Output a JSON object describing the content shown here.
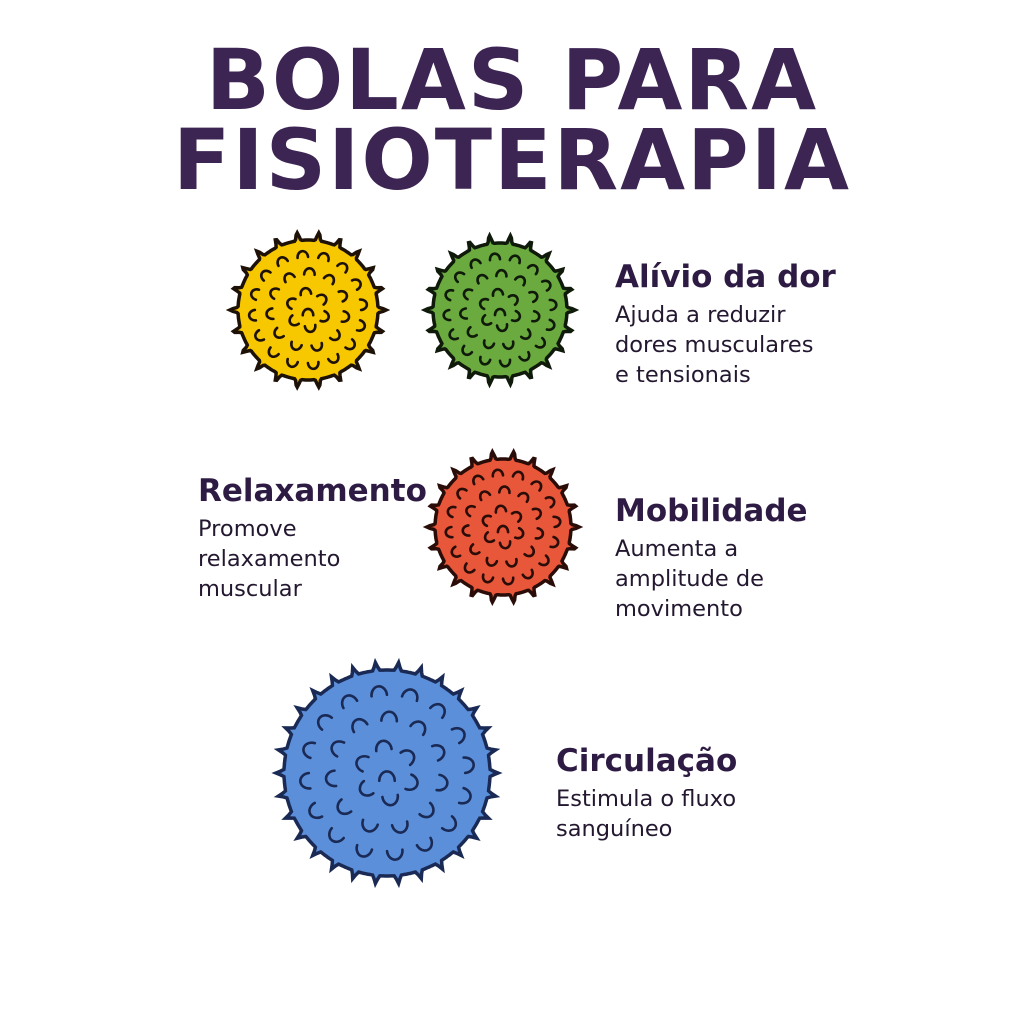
{
  "title": {
    "line1": "BOLAS PARA",
    "line2": "FISIOTERAPIA"
  },
  "sections": {
    "alivio": {
      "heading": "Alívio da dor",
      "lines": [
        "Ajuda a reduzir",
        "dores musculares",
        "e tensionais"
      ]
    },
    "relaxamento": {
      "heading": "Relaxamento",
      "lines": [
        "Promove",
        "relaxamento",
        "muscular"
      ]
    },
    "mobilidade": {
      "heading": "Mobilidade",
      "lines": [
        "Aumenta a",
        "amplitude de",
        "movimento"
      ]
    },
    "circulacao": {
      "heading": "Circulação",
      "lines": [
        "Estimula o fluxo",
        "sanguíneo"
      ]
    }
  },
  "balls": [
    {
      "name": "yellow-massage-ball",
      "fill": "#F7C800",
      "stroke": "#1e1208"
    },
    {
      "name": "green-massage-ball",
      "fill": "#6BAA3E",
      "stroke": "#0f1a0a"
    },
    {
      "name": "red-massage-ball",
      "fill": "#E9573A",
      "stroke": "#2a0d08"
    },
    {
      "name": "blue-massage-ball",
      "fill": "#5B8FDA",
      "stroke": "#1a2a55"
    }
  ]
}
